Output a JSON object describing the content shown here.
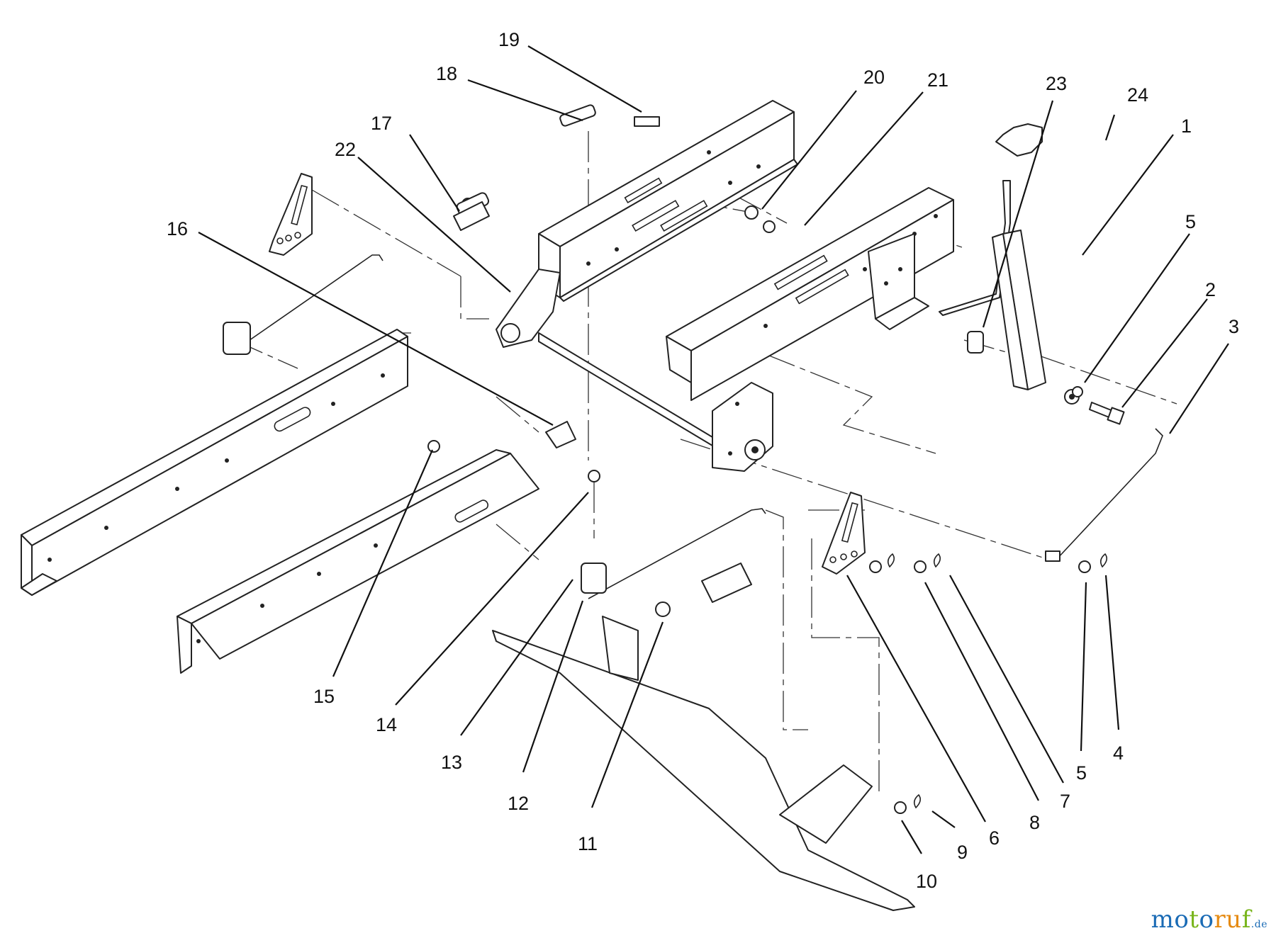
{
  "diagram": {
    "callouts": [
      "19",
      "18",
      "17",
      "22",
      "16",
      "20",
      "21",
      "23",
      "24",
      "1",
      "5",
      "2",
      "3",
      "15",
      "14",
      "13",
      "12",
      "11",
      "6",
      "8",
      "7",
      "5",
      "4",
      "10",
      "9"
    ],
    "watermark": {
      "text": "motoruf",
      "suffix": ".de"
    }
  },
  "colors": {
    "line": "#222222",
    "background": "#ffffff",
    "watermark_blue": "#1a6bb5",
    "watermark_green": "#79b51c",
    "watermark_orange": "#e58a12"
  }
}
